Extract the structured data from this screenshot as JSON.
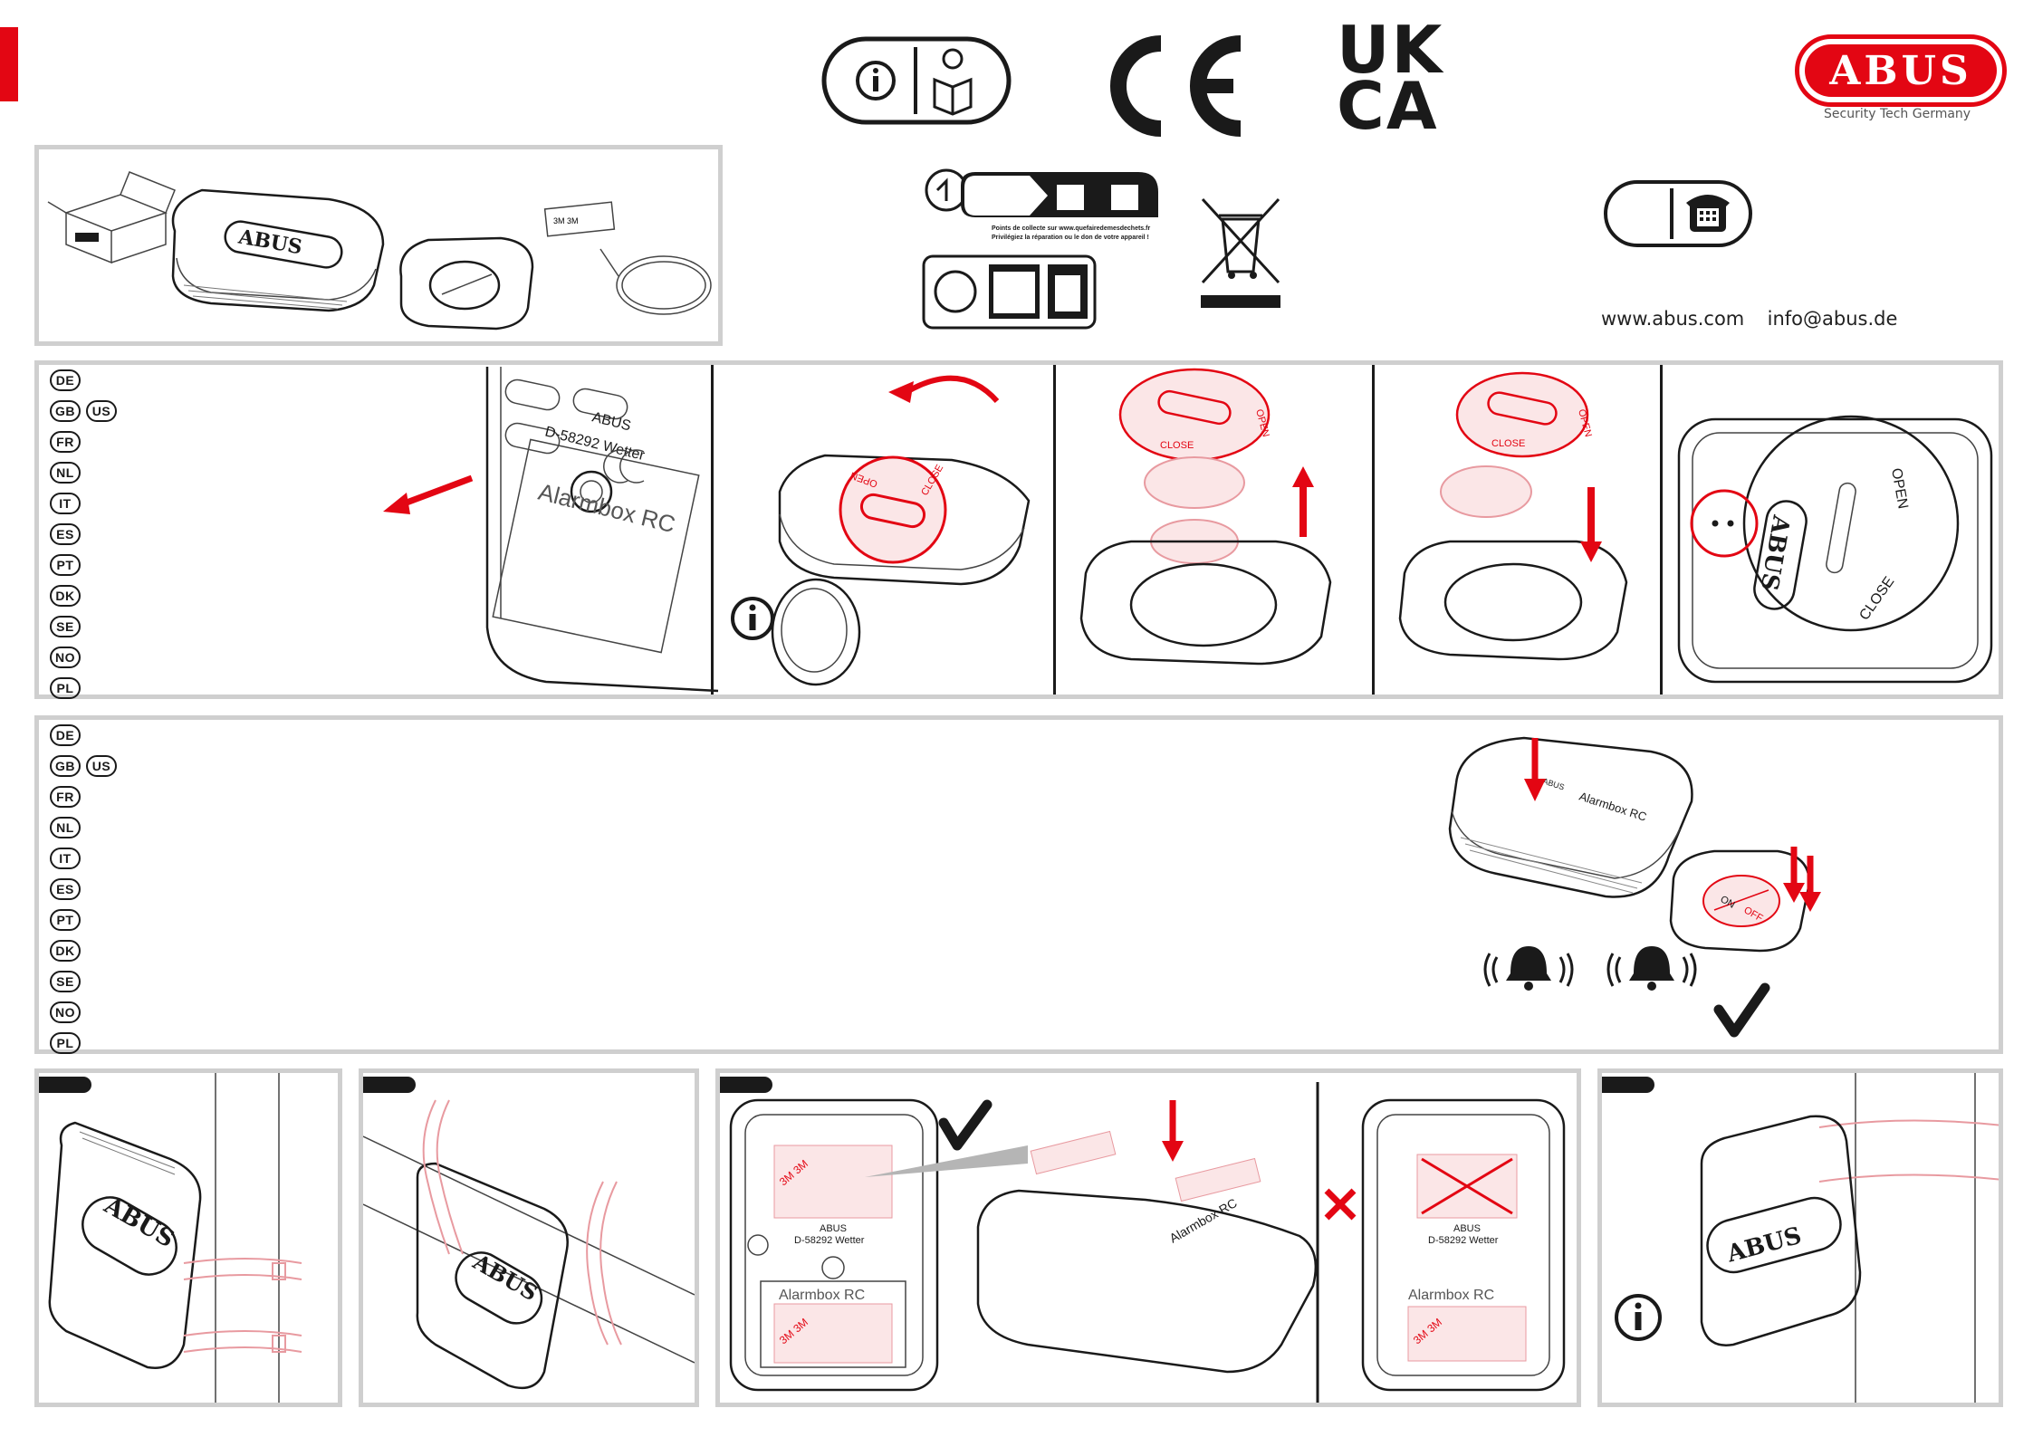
{
  "brand": {
    "logo_text": "ABUS",
    "tagline": "Security Tech Germany",
    "color": "#e30613"
  },
  "marks": {
    "ce": "CE",
    "ukca_top": "UK",
    "ukca_bottom": "CA",
    "info_icon": "info-icon",
    "manual_icon": "read-manual-icon",
    "phone_icon": "telephone-icon",
    "weee_icon": "crossed-bin-icon",
    "triman_icon": "triman-icon"
  },
  "recycling": {
    "line1": "Points de collecte sur www.quefairedemesdechets.fr",
    "line2": "Privilégiez la réparation ou le don de votre appareil !"
  },
  "contact": {
    "website": "www.abus.com",
    "email": "info@abus.de"
  },
  "contents": {
    "box_label": "ABUS",
    "tape_label": "3M 3M"
  },
  "languages": {
    "row1": [
      "DE"
    ],
    "row2": [
      "GB",
      "US"
    ],
    "rest": [
      "FR",
      "NL",
      "IT",
      "ES",
      "PT",
      "DK",
      "SE",
      "NO",
      "PL"
    ]
  },
  "battery_section": {
    "device_brand": "ABUS",
    "device_address": "D-58292 Wetter",
    "device_model": "Alarmbox RC",
    "cover_open": "OPEN",
    "cover_close": "CLOSE"
  },
  "pairing_section": {
    "remote_on": "ON",
    "remote_off": "OFF",
    "device_model": "Alarmbox RC",
    "device_brand": "ABUS"
  },
  "mount_section": {
    "device_brand": "ABUS",
    "device_address": "D-58292 Wetter",
    "device_model": "Alarmbox RC",
    "tape": "3M 3M",
    "check": "✔",
    "cross": "✘"
  },
  "colors": {
    "accent": "#e30613",
    "panel_border": "#cfcfcf",
    "ink": "#1a1a1a"
  }
}
